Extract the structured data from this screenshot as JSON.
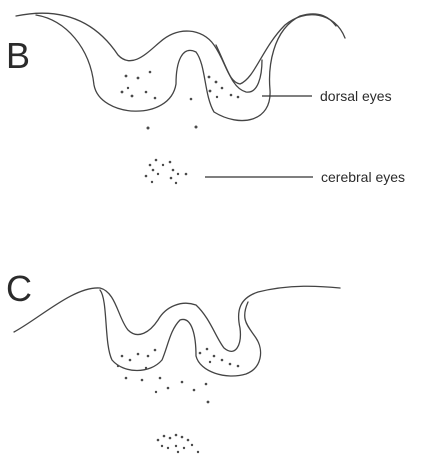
{
  "panels": {
    "b": {
      "letter": "B",
      "labels": {
        "dorsal": "dorsal eyes",
        "cerebral": "cerebral eyes"
      }
    },
    "c": {
      "letter": "C"
    }
  },
  "colors": {
    "ink": "#444444",
    "background": "#ffffff"
  }
}
